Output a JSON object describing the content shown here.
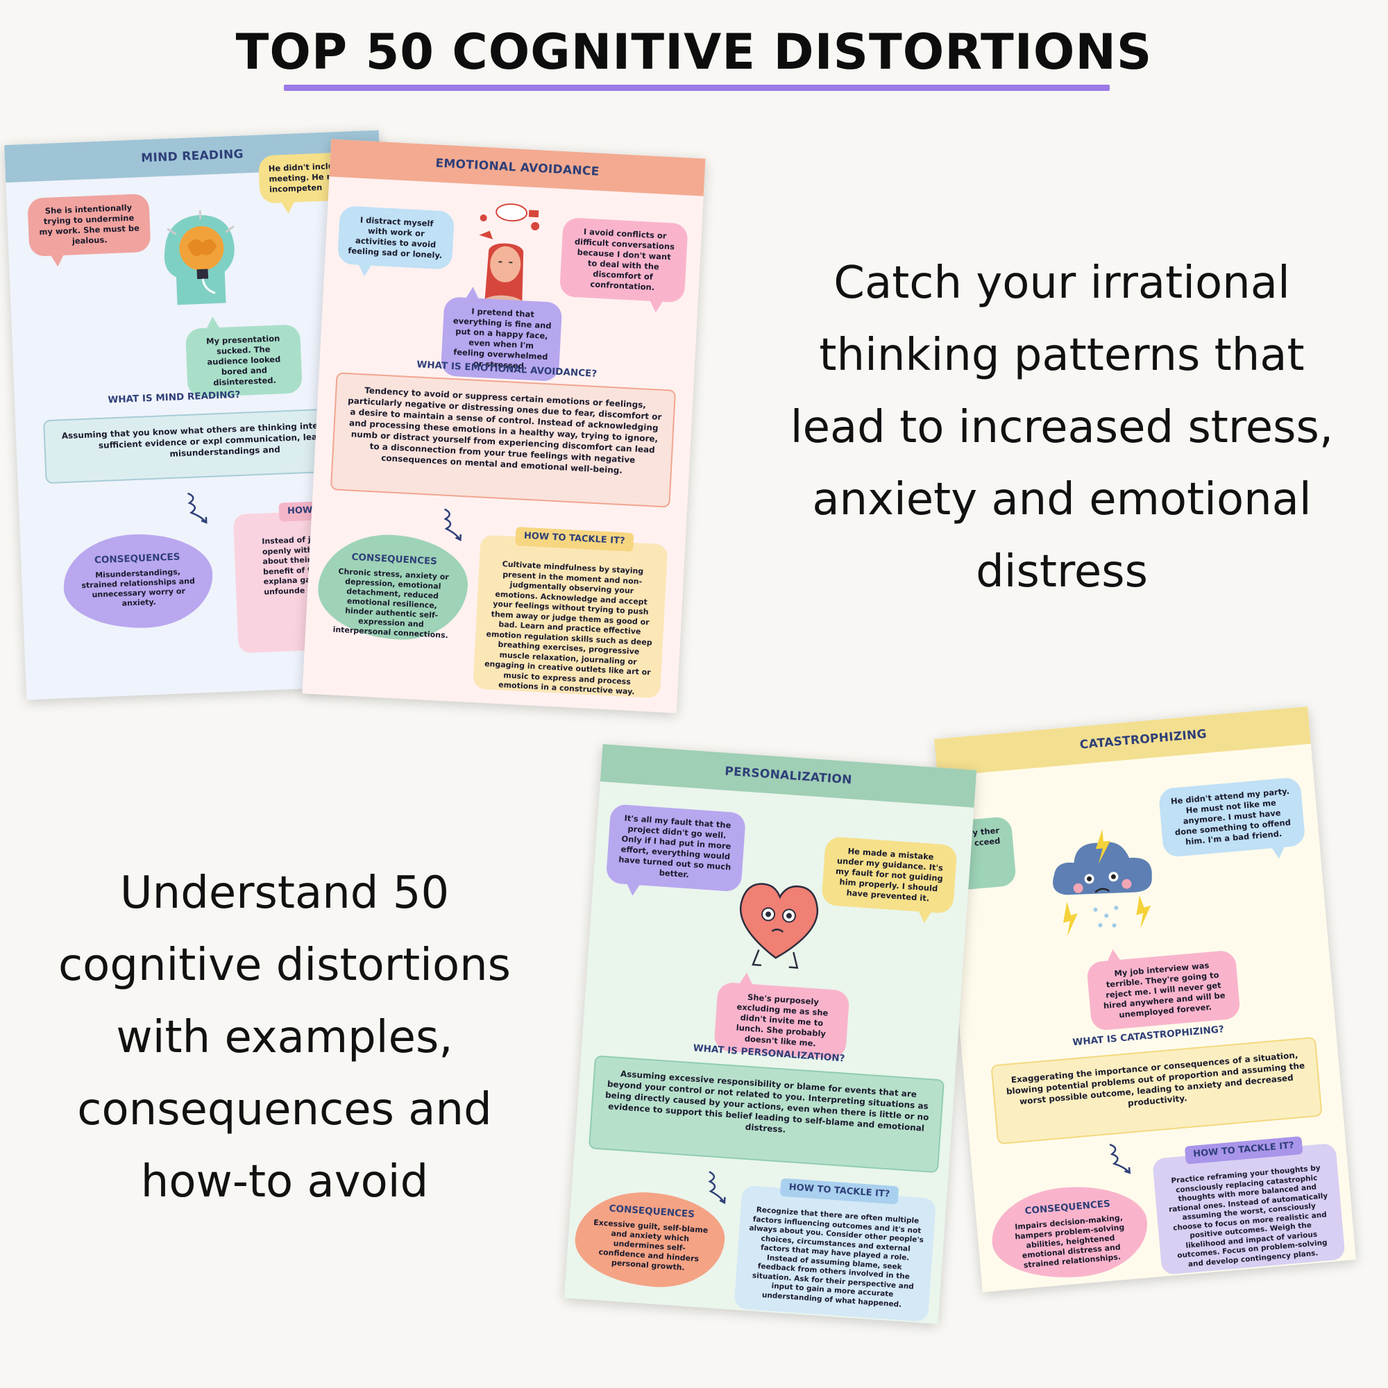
{
  "title": "TOP 50 COGNITIVE DISTORTIONS",
  "tagline_top": "Catch your irrational thinking patterns that lead to increased stress, anxiety and emotional distress",
  "tagline_bottom": "Understand 50 cognitive distortions with examples, consequences and how-to avoid",
  "colors": {
    "accent": "#9b7ae6"
  },
  "sheets": {
    "mind_reading": {
      "title": "MIND READING",
      "bubble1": "She is intentionally trying to undermine my work. She must be jealous.",
      "bubble2": "He didn't include m meeting. He must t incompeten",
      "bubble3": "My presentation sucked. The audience looked bored and disinterested.",
      "what_heading": "WHAT IS MIND READING?",
      "definition": "Assuming that you know what others are thinking intentions without sufficient evidence or expl communication, leading to misunderstandings and",
      "consequences_heading": "CONSEQUENCES",
      "consequences": "Misunderstandings, strained relationships and unnecessary worry or anxiety.",
      "tackle_heading": "HOW TO TA",
      "tackle": "Instead of jumpi communicate openly with the person invol about their thoughts the benefit of the alternative explana gain accurate inform unfounde",
      "icon": "brain-head-icon"
    },
    "emotional_avoidance": {
      "title": "EMOTIONAL AVOIDANCE",
      "bubble1": "I distract myself with work or activities to avoid feeling sad or lonely.",
      "bubble2": "I avoid conflicts or difficult conversations because I don't want to deal with the discomfort of confrontation.",
      "bubble3": "I pretend that everything is fine and put on a happy face, even when I'm feeling overwhelmed or stressed.",
      "what_heading": "WHAT IS EMOTIONAL AVOIDANCE?",
      "definition": "Tendency to avoid or suppress certain emotions or feelings, particularly negative or distressing ones due to fear, discomfort or a desire to maintain a sense of control. Instead of acknowledging and processing these emotions in a healthy way, trying to ignore, numb or distract yourself from experiencing discomfort can lead to a disconnection from your true feelings with negative consequences on mental and emotional well-being.",
      "consequences_heading": "CONSEQUENCES",
      "consequences": "Chronic stress, anxiety or depression, emotional detachment, reduced emotional resilience, hinder authentic self-expression and interpersonal connections.",
      "tackle_heading": "HOW TO TACKLE IT?",
      "tackle": "Cultivate mindfulness by staying present in the moment and non-judgmentally observing your emotions. Acknowledge and accept your feelings without trying to push them away or judge them as good or bad. Learn and practice effective emotion regulation skills such as deep breathing exercises, progressive muscle relaxation, journaling or engaging in creative outlets like art or music to express and process emotions in a constructive way.",
      "icon": "overwhelmed-woman-icon"
    },
    "personalization": {
      "title": "PERSONALIZATION",
      "bubble1": "It's all my fault that the project didn't go well. Only if I had put in more effort, everything would have turned out so much better.",
      "bubble2": "He made a mistake under my guidance. It's my fault for not guiding him properly. I should have prevented it.",
      "bubble3": "She's purposely excluding me as she didn't invite me to lunch. She probably doesn't like me.",
      "what_heading": "WHAT IS PERSONALIZATION?",
      "definition": "Assuming excessive responsibility or blame for events that are beyond your control or not related to you. Interpreting situations as being directly caused by your actions, even when there is little or no evidence to support this belief leading to self-blame and emotional distress.",
      "consequences_heading": "CONSEQUENCES",
      "consequences": "Excessive guilt, self-blame and anxiety which undermines self-confidence and hinders personal growth.",
      "tackle_heading": "HOW TO TACKLE IT?",
      "tackle": "Recognize that there are often multiple factors influencing outcomes and it's not always about you. Consider other people's choices, circumstances and external factors that may have played a role. Instead of assuming blame, seek feedback from others involved in the situation. Ask for their perspective and input to gain a more accurate understanding of what happened.",
      "icon": "sad-heart-icon"
    },
    "catastrophizing": {
      "title": "CATASTROPHIZING",
      "bubble1": "He didn't attend my party. He must not like me anymore. I must have done something to offend him. I'm a bad friend.",
      "bubble2": "My job interview was terrible. They're going to reject me. I will never get hired anywhere and will be unemployed forever.",
      "bubble3": "I y ther cceed",
      "what_heading": "WHAT IS CATASTROPHIZING?",
      "definition": "Exaggerating the importance or consequences of a situation, blowing potential problems out of proportion and assuming the worst possible outcome, leading to anxiety and decreased productivity.",
      "consequences_heading": "CONSEQUENCES",
      "consequences": "Impairs decision-making, hampers problem-solving abilities, heightened emotional distress and strained relationships.",
      "tackle_heading": "HOW TO TACKLE IT?",
      "tackle": "Practice reframing your thoughts by consciously replacing catastrophic thoughts with more balanced and rational ones. Instead of automatically assuming the worst, consciously choose to focus on more realistic and positive outcomes. Weigh the likelihood and impact of various outcomes. Focus on problem-solving and develop contingency plans.",
      "icon": "storm-cloud-icon"
    }
  }
}
